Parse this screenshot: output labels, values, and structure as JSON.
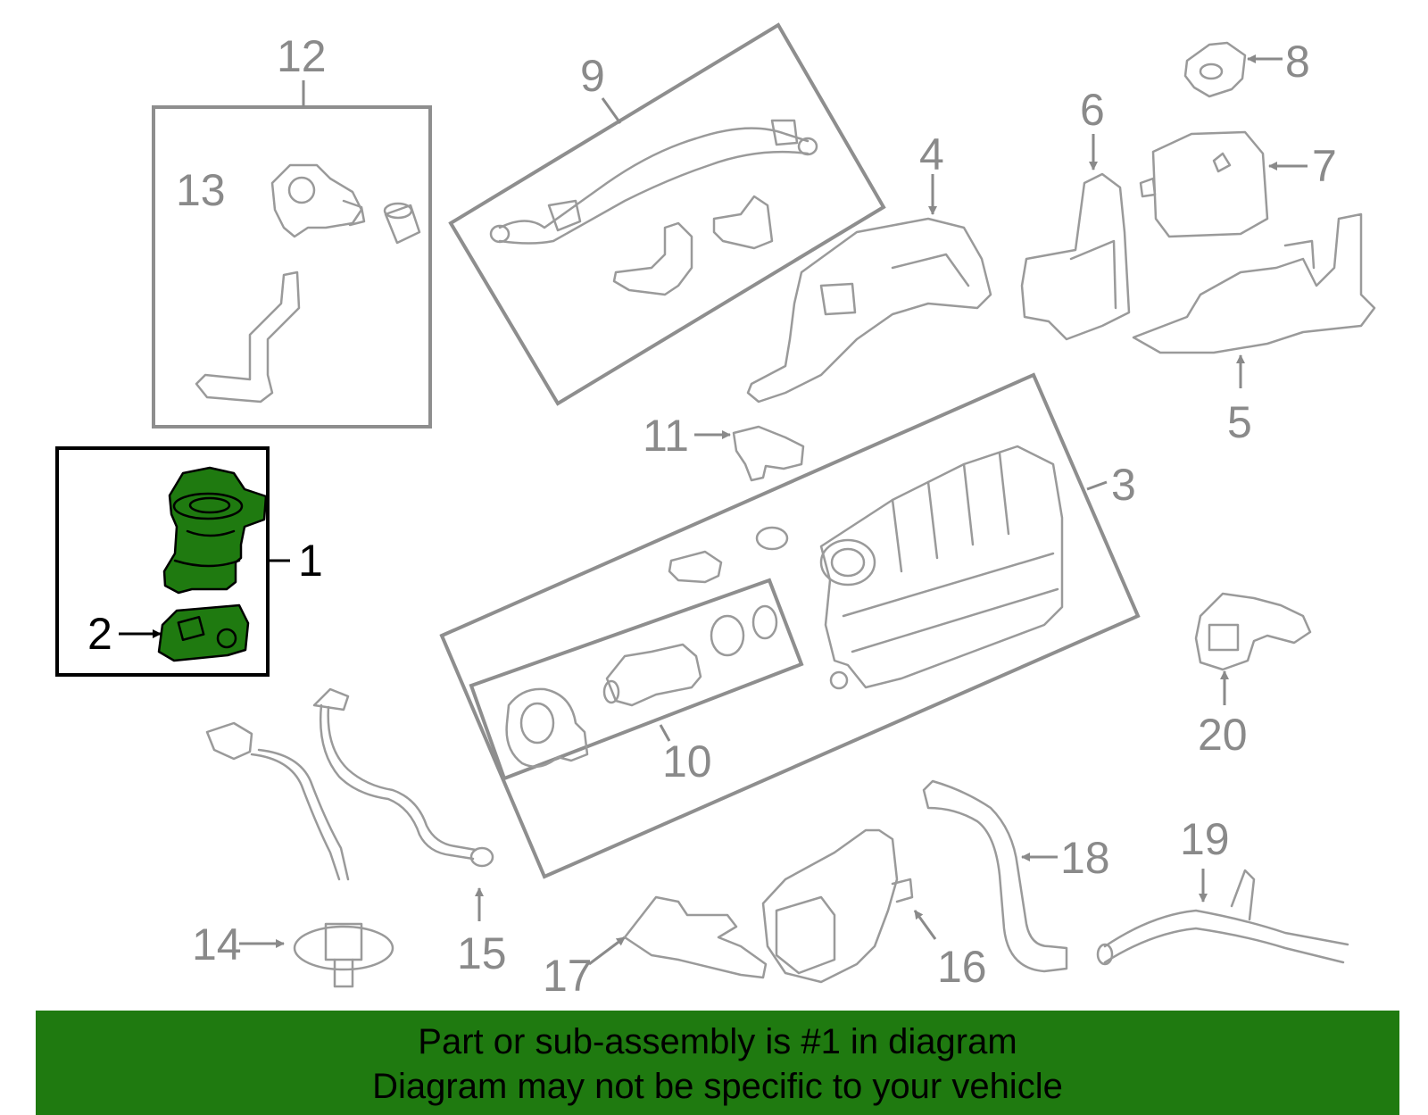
{
  "colors": {
    "highlight": "#1f7a10",
    "line": "#9a9a9a",
    "callout": "#8a8a8a"
  },
  "highlighted_part": "1",
  "callouts": {
    "c1": "1",
    "c2": "2",
    "c3": "3",
    "c4": "4",
    "c5": "5",
    "c6": "6",
    "c7": "7",
    "c8": "8",
    "c9": "9",
    "c10": "10",
    "c11": "11",
    "c12": "12",
    "c13": "13",
    "c14": "14",
    "c15": "15",
    "c16": "16",
    "c17": "17",
    "c18": "18",
    "c19": "19",
    "c20": "20"
  },
  "banner": {
    "line1": "Part or sub-assembly is #1 in diagram",
    "line2": "Diagram may not be specific to your vehicle"
  }
}
